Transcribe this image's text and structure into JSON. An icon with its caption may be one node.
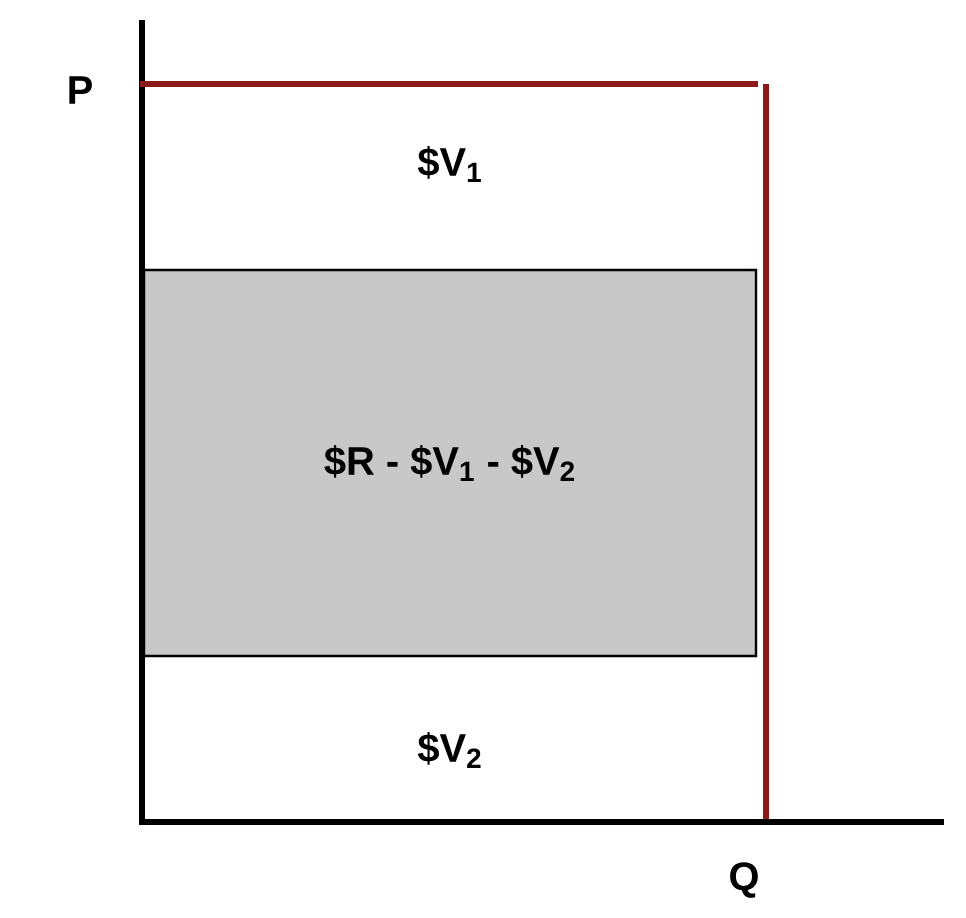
{
  "diagram": {
    "nodes": [
      {
        "text": [
          "$R - $V$_{1}$ - $V$_{2}$"
        ]
      }
    ],
    "labels": [
      "P",
      "$V$_{1}$",
      "$V$_{2}$",
      "Q"
    ]
  }
}
